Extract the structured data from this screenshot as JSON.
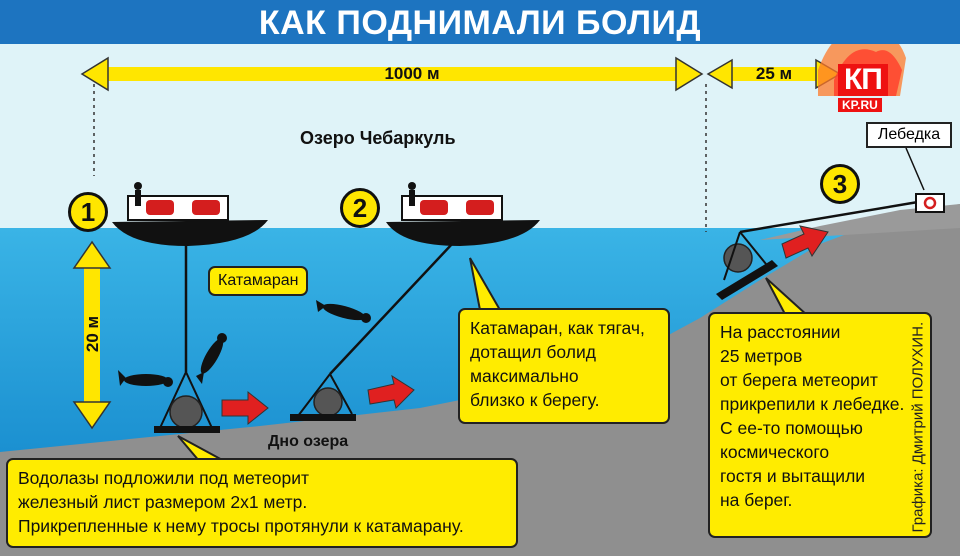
{
  "title": "КАК ПОДНИМАЛИ БОЛИД",
  "distances": {
    "lake_width": "1000 м",
    "shore_distance": "25 м",
    "depth": "20 м"
  },
  "labels": {
    "lake_name": "Озеро Чебаркуль",
    "catamaran": "Катамаран",
    "lake_bottom": "Дно озера",
    "winch": "Лебедка"
  },
  "steps": [
    "1",
    "2",
    "3"
  ],
  "callouts": {
    "step1": [
      "Водолазы подложили под метеорит",
      "железный лист размером 2х1 метр.",
      "Прикрепленные к нему тросы протянули к катамарану."
    ],
    "step2": [
      "Катамаран, как тягач,",
      "дотащил болид",
      "максимально",
      "близко к берегу."
    ],
    "step3": [
      "На расстоянии",
      "25 метров",
      "от берега метеорит",
      "прикрепили к лебедке.",
      "С ее-то помощью",
      "космического",
      "гостя и вытащили",
      "на берег."
    ]
  },
  "logo": {
    "main": "КП",
    "sub": "KP.RU"
  },
  "credit": "Графика: Дмитрий ПОЛУХИН.",
  "colors": {
    "title_bar": "#1d74c0",
    "sky": "#dff3f8",
    "water": "#2aa6de",
    "ground": "#8f8f8f",
    "callout": "#ffec00",
    "arrow_red": "#e02020"
  }
}
